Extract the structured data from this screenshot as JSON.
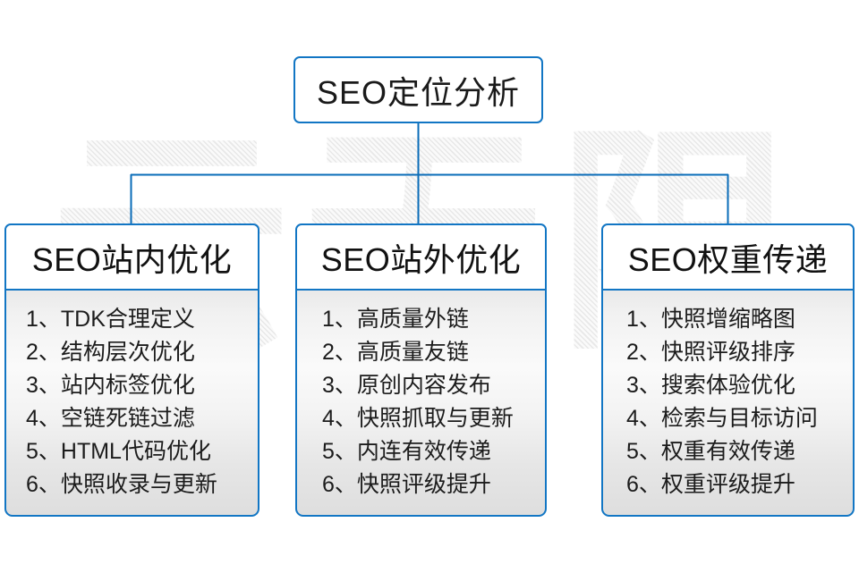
{
  "watermark": {
    "text": "云无限"
  },
  "colors": {
    "connector": "#0a6cb8",
    "box_border": "#1276c4",
    "text": "#1a1a1a"
  },
  "diagram": {
    "type": "tree",
    "root": {
      "label": "SEO定位分析"
    },
    "columns": [
      {
        "header": "SEO站内优化",
        "items": [
          "1、TDK合理定义",
          "2、结构层次优化",
          "3、站内标签优化",
          "4、空链死链过滤",
          "5、HTML代码优化",
          "6、快照收录与更新"
        ]
      },
      {
        "header": "SEO站外优化",
        "items": [
          "1、高质量外链",
          "2、高质量友链",
          "3、原创内容发布",
          "4、快照抓取与更新",
          "5、内连有效传递",
          "6、快照评级提升"
        ]
      },
      {
        "header": "SEO权重传递",
        "items": [
          "1、快照增缩略图",
          "2、快照评级排序",
          "3、搜索体验优化",
          "4、检索与目标访问",
          "5、权重有效传递",
          "6、权重评级提升"
        ]
      }
    ]
  }
}
